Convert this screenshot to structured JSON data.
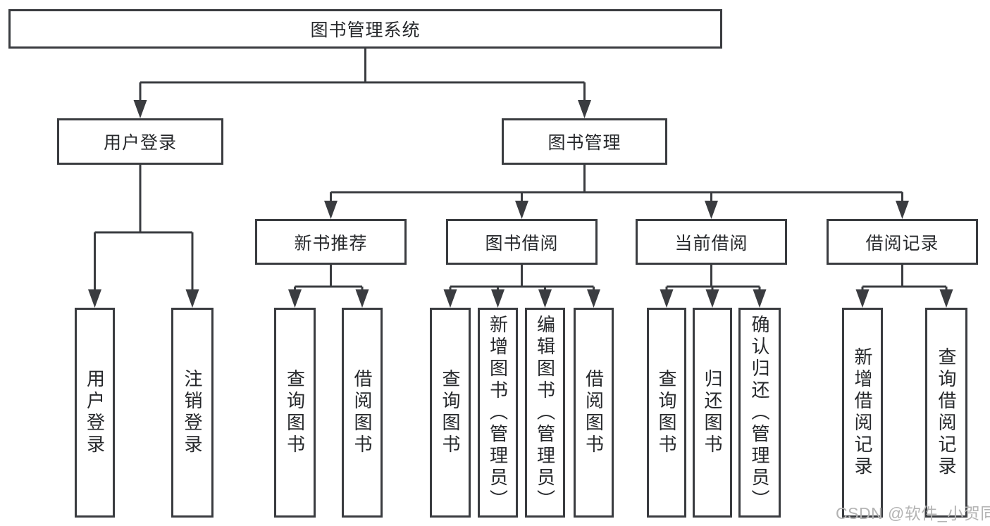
{
  "diagram": {
    "type": "hierarchy-tree",
    "tree": {
      "label": "图书管理系统",
      "children": [
        {
          "label": "用户登录",
          "children": [
            {
              "label": "用户登录"
            },
            {
              "label": "注销登录"
            }
          ]
        },
        {
          "label": "图书管理",
          "children": [
            {
              "label": "新书推荐",
              "children": [
                {
                  "label": "查询图书"
                },
                {
                  "label": "借阅图书"
                }
              ]
            },
            {
              "label": "图书借阅",
              "children": [
                {
                  "label": "查询图书"
                },
                {
                  "label": "新增图书（管理员）"
                },
                {
                  "label": "编辑图书（管理员）"
                },
                {
                  "label": "借阅图书"
                }
              ]
            },
            {
              "label": "当前借阅",
              "children": [
                {
                  "label": "查询图书"
                },
                {
                  "label": "归还图书"
                },
                {
                  "label": "确认归还（管理员）"
                }
              ]
            },
            {
              "label": "借阅记录",
              "children": [
                {
                  "label": "新增借阅记录"
                },
                {
                  "label": "查询借阅记录"
                }
              ]
            }
          ]
        }
      ]
    },
    "colors": {
      "line": "#3a3c40",
      "box_border": "#3a3c40",
      "box_fill": "#ffffff",
      "text": "#26282b",
      "background": "#ffffff"
    }
  },
  "watermark": {
    "text": "CSDN @软件_小贺同学",
    "color": "#b3b3b3"
  }
}
